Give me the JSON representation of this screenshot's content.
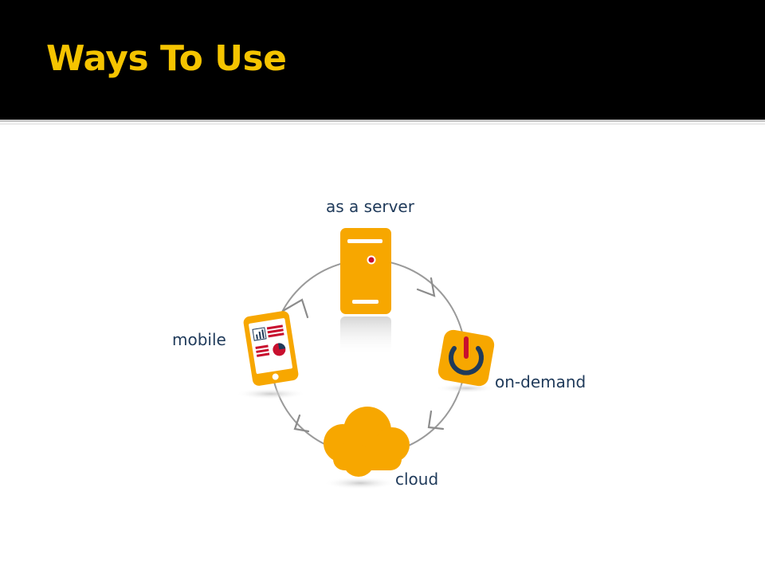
{
  "slide": {
    "title": "Ways To Use"
  },
  "colors": {
    "header_bg": "#000000",
    "title": "#f5c400",
    "accent_orange": "#f7a700",
    "accent_red": "#c8102e",
    "label_text": "#1f3a5a",
    "cycle_line": "#9a9a9a"
  },
  "diagram": {
    "nodes": [
      {
        "id": "server",
        "label": "as a server",
        "icon": "server-icon"
      },
      {
        "id": "on-demand",
        "label": "on-demand",
        "icon": "power-icon"
      },
      {
        "id": "cloud",
        "label": "cloud",
        "icon": "cloud-icon"
      },
      {
        "id": "mobile",
        "label": "mobile",
        "icon": "tablet-icon"
      }
    ],
    "flow_direction": "clockwise"
  }
}
